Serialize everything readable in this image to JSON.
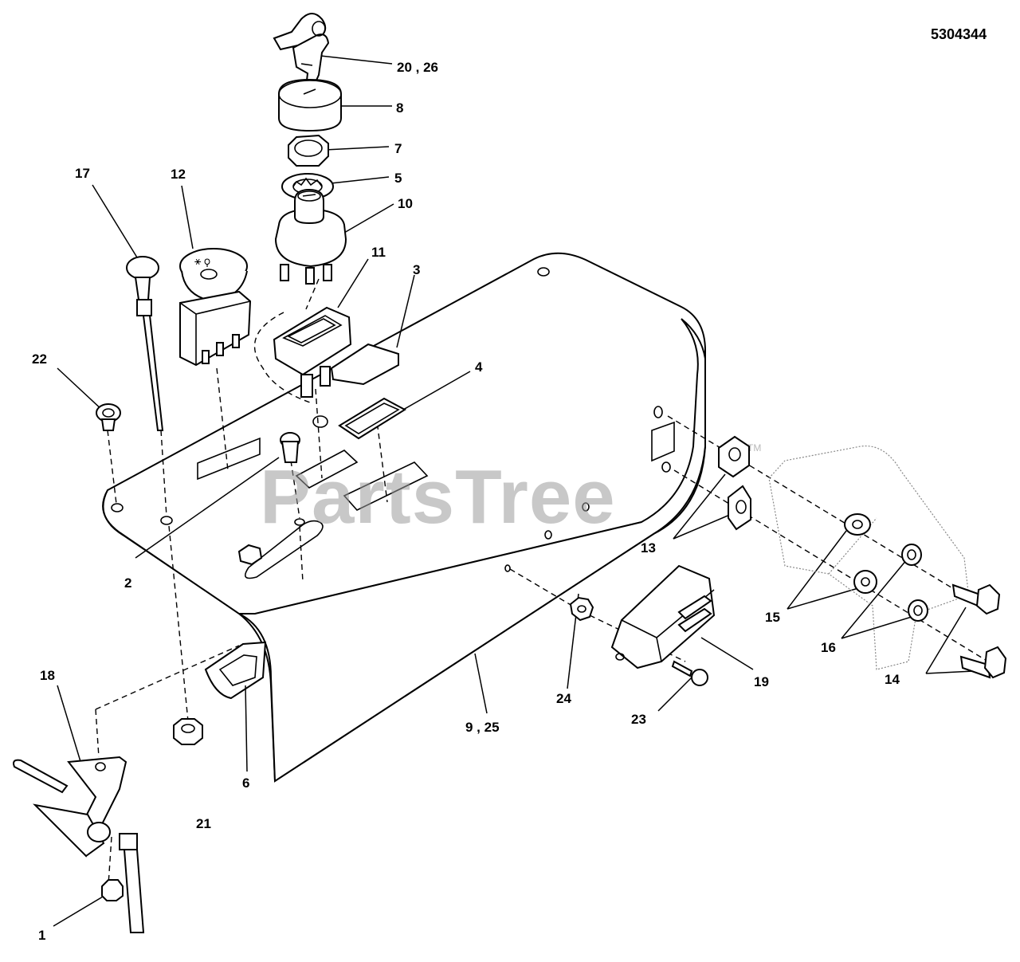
{
  "drawing": {
    "code": "5304344",
    "watermark": "PartsTree",
    "trademark": "TM"
  },
  "callouts": [
    {
      "id": "c1",
      "text": "1"
    },
    {
      "id": "c2",
      "text": "2"
    },
    {
      "id": "c3",
      "text": "3"
    },
    {
      "id": "c4",
      "text": "4"
    },
    {
      "id": "c5",
      "text": "5"
    },
    {
      "id": "c6",
      "text": "6"
    },
    {
      "id": "c7",
      "text": "7"
    },
    {
      "id": "c8",
      "text": "8"
    },
    {
      "id": "c9",
      "text": "9 , 25"
    },
    {
      "id": "c10",
      "text": "10"
    },
    {
      "id": "c11",
      "text": "11"
    },
    {
      "id": "c12",
      "text": "12"
    },
    {
      "id": "c13",
      "text": "13"
    },
    {
      "id": "c14",
      "text": "14"
    },
    {
      "id": "c15",
      "text": "15"
    },
    {
      "id": "c16",
      "text": "16"
    },
    {
      "id": "c17",
      "text": "17"
    },
    {
      "id": "c18",
      "text": "18"
    },
    {
      "id": "c19",
      "text": "19"
    },
    {
      "id": "c20",
      "text": "20 , 26"
    },
    {
      "id": "c21",
      "text": "21"
    },
    {
      "id": "c22",
      "text": "22"
    },
    {
      "id": "c23",
      "text": "23"
    },
    {
      "id": "c24",
      "text": "24"
    }
  ]
}
